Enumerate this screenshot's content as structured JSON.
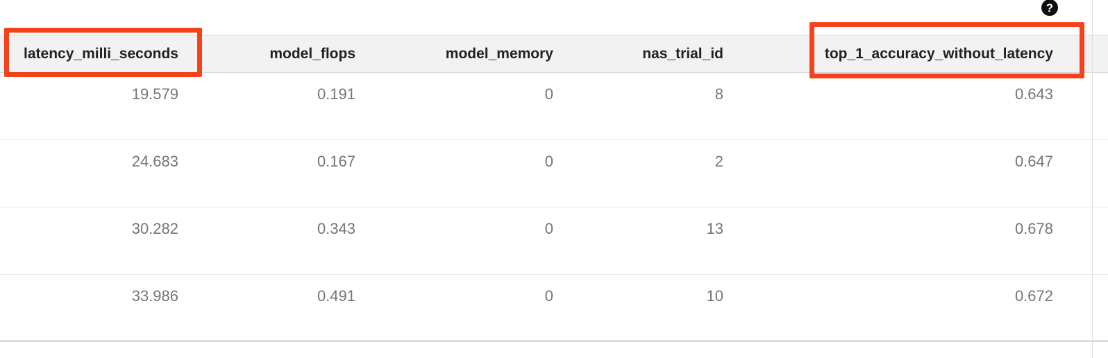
{
  "help": {
    "glyph": "?"
  },
  "colors": {
    "highlight_box": "#F4431A",
    "header_background": "#F2F2F2",
    "header_text": "#212121",
    "value_text": "#757575",
    "row_divider": "#E8E8E8",
    "help_icon_background": "#0e0e0e"
  },
  "table": {
    "columns": [
      {
        "label": "latency_milli_seconds",
        "highlighted": true
      },
      {
        "label": "model_flops",
        "highlighted": false
      },
      {
        "label": "model_memory",
        "highlighted": false
      },
      {
        "label": "nas_trial_id",
        "highlighted": false
      },
      {
        "label": "top_1_accuracy_without_latency",
        "highlighted": true
      }
    ],
    "rows": [
      [
        "19.579",
        "0.191",
        "0",
        "8",
        "0.643"
      ],
      [
        "24.683",
        "0.167",
        "0",
        "2",
        "0.647"
      ],
      [
        "30.282",
        "0.343",
        "0",
        "13",
        "0.678"
      ],
      [
        "33.986",
        "0.491",
        "0",
        "10",
        "0.672"
      ]
    ],
    "highlighted_columns": [
      "latency_milli_seconds",
      "top_1_accuracy_without_latency"
    ]
  }
}
